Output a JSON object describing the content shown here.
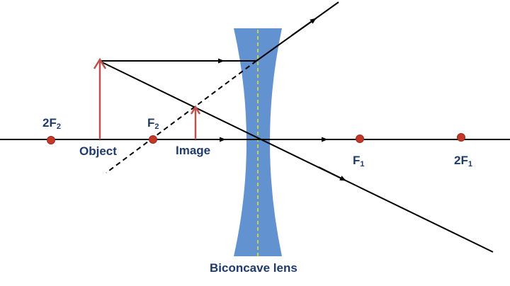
{
  "labels": {
    "twoF2": {
      "main": "2F",
      "sub": "2"
    },
    "f2": {
      "main": "F",
      "sub": "2"
    },
    "f1": {
      "main": "F",
      "sub": "1"
    },
    "twoF1": {
      "main": "2F",
      "sub": "1"
    },
    "object": "Object",
    "image": "Image",
    "lens": "Biconcave lens"
  },
  "colors": {
    "lens_fill": "#5b8ccd",
    "lens_axis": "#c8d24a",
    "ray": "#000000",
    "object_arrow": "#c0504d",
    "point": "#c0392b",
    "label": "#1f3a6b"
  }
}
